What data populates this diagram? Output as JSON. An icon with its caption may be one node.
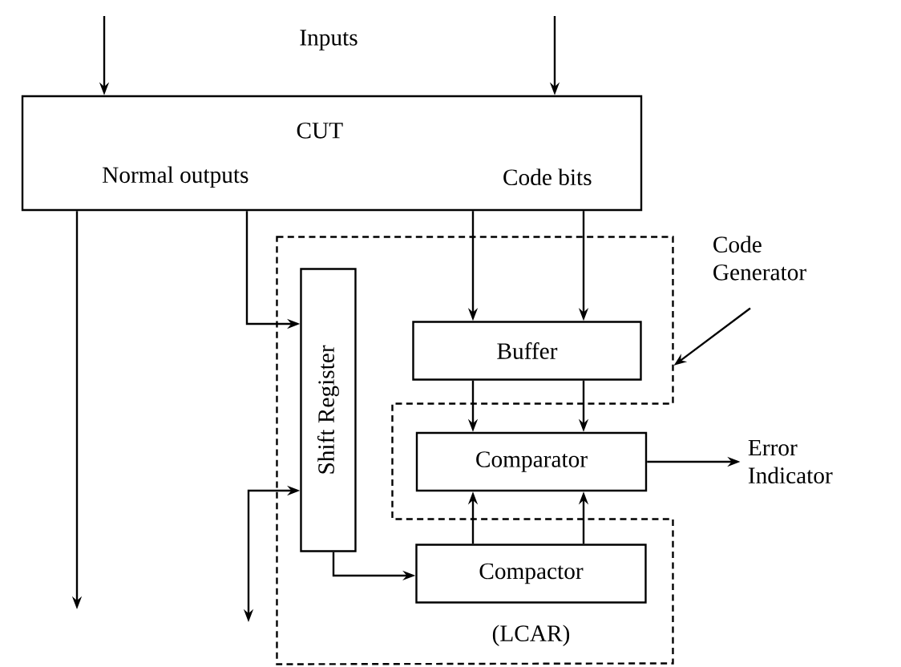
{
  "diagram": {
    "nodes": [
      {
        "text": [
          "CUT",
          "Normal outputs",
          "Code bits"
        ]
      },
      {
        "text": [
          "Code Generator"
        ]
      },
      {
        "text": [],
        "shape": "box"
      },
      {
        "text": [
          "Shift Register"
        ],
        "in": 2
      },
      {
        "text": [
          "Buffer"
        ],
        "in": 2
      },
      {
        "text": [
          "Comparator"
        ]
      },
      {
        "text": [
          "Compactor"
        ],
        "in": 2,
        "beside": [
          "(LCAR)"
        ]
      },
      {
        "text": [
          "Error Indicator"
        ]
      }
    ],
    "edges": [
      {
        "from": null,
        "to": 0,
        "arrow": "to"
      },
      {
        "from": null,
        "to": 0,
        "arrow": "to"
      },
      {
        "from": 0,
        "to": null,
        "arrow": "to"
      },
      {
        "from": 0,
        "to": 3,
        "arrow": "to"
      },
      {
        "from": 0,
        "to": 4,
        "arrow": "to"
      },
      {
        "from": 0,
        "to": 4,
        "arrow": "to"
      },
      {
        "from": 4,
        "to": 5,
        "arrow": "to"
      },
      {
        "from": 4,
        "to": 5,
        "arrow": "to"
      },
      {
        "from": 6,
        "to": 5,
        "arrow": "to"
      },
      {
        "from": 6,
        "to": 5,
        "arrow": "to"
      },
      {
        "from": 3,
        "to": 6,
        "arrow": "to"
      },
      {
        "from": 5,
        "to": 7,
        "arrow": "to"
      },
      {
        "from": null,
        "to": 3,
        "arrow": "both"
      },
      {
        "from": 1,
        "to": 2,
        "arrow": "to"
      }
    ],
    "labels": [
      "Inputs"
    ]
  }
}
